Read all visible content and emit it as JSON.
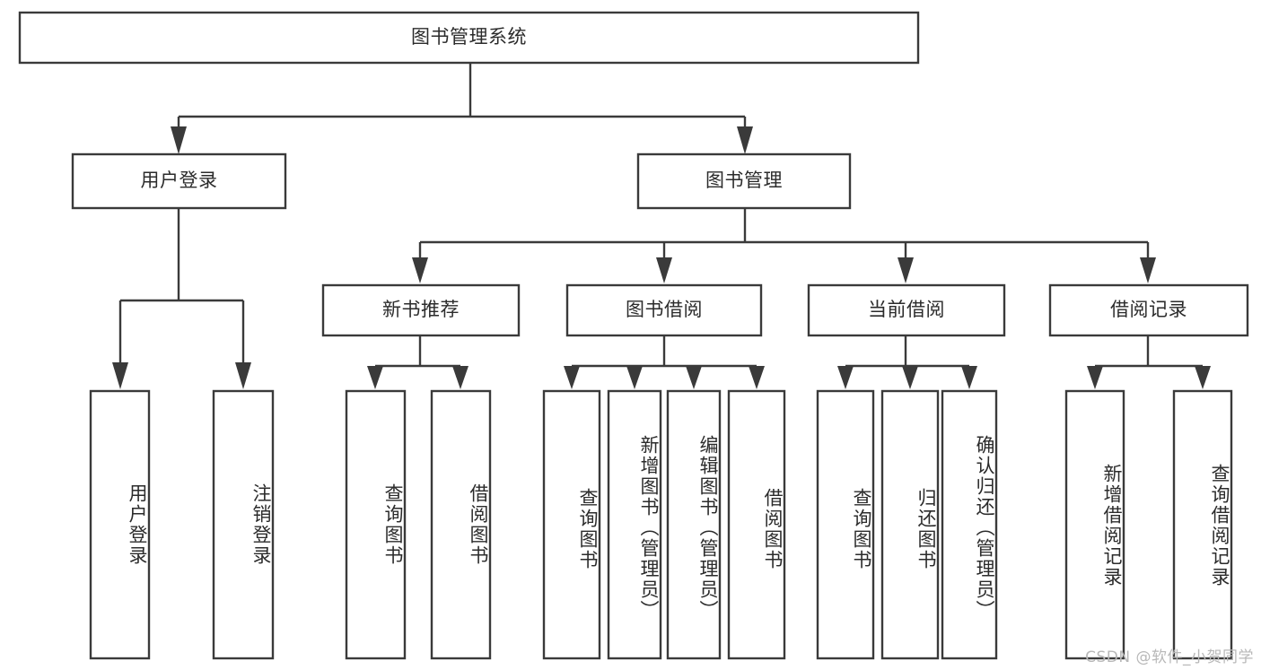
{
  "diagram": {
    "title": "图书管理系统",
    "type": "hierarchy-tree",
    "colors": {
      "box_stroke": "#3a3a3a",
      "box_fill": "#ffffff",
      "connector": "#3a3a3a",
      "text": "#2b2b2b",
      "watermark": "#b8b8b8",
      "background": "#ffffff"
    },
    "root": {
      "label": "图书管理系统"
    },
    "level2": [
      {
        "label": "用户登录"
      },
      {
        "label": "图书管理"
      }
    ],
    "level3": [
      {
        "label": "新书推荐"
      },
      {
        "label": "图书借阅"
      },
      {
        "label": "当前借阅"
      },
      {
        "label": "借阅记录"
      }
    ],
    "leaves": {
      "user_login": [
        {
          "label": "用户登录"
        },
        {
          "label": "注销登录"
        }
      ],
      "new_book_recommend": [
        {
          "label": "查询图书"
        },
        {
          "label": "借阅图书"
        }
      ],
      "book_borrow": [
        {
          "label": "查询图书"
        },
        {
          "label": "新增图书（管理员）"
        },
        {
          "label": "编辑图书（管理员）"
        },
        {
          "label": "借阅图书"
        }
      ],
      "current_borrow": [
        {
          "label": "查询图书"
        },
        {
          "label": "归还图书"
        },
        {
          "label": "确认归还（管理员）"
        }
      ],
      "borrow_records": [
        {
          "label": "新增借阅记录"
        },
        {
          "label": "查询借阅记录"
        }
      ]
    },
    "watermark": "CSDN @软件_小贺同学"
  }
}
